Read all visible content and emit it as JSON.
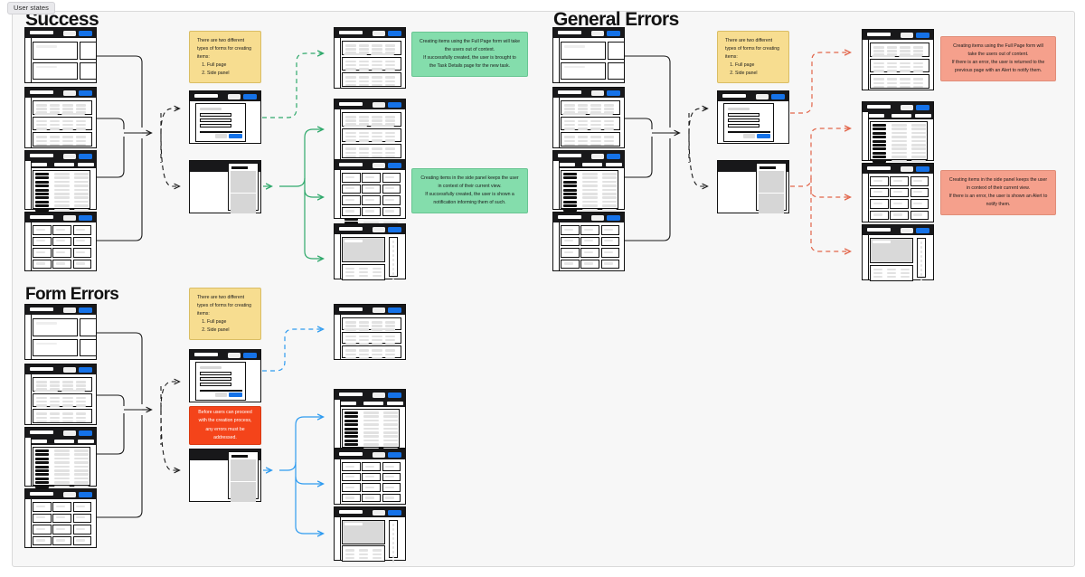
{
  "board": {
    "tag_label": "User states",
    "background": "#f7f7f7",
    "accent_blue": "#1572e8"
  },
  "sections": [
    {
      "id": "success",
      "title": "Success"
    },
    {
      "id": "general",
      "title": "General Errors"
    },
    {
      "id": "form-errors",
      "title": "Form Errors"
    }
  ],
  "notes": {
    "forms_types_1": {
      "color": "#f7dd90",
      "intro": "There are two different types of forms for creating items:",
      "items": [
        "Full page",
        "Side panel"
      ]
    },
    "forms_types_2": {
      "color": "#f7dd90",
      "intro": "There are two different types of forms for creating items:",
      "items": [
        "Full page",
        "Side panel"
      ]
    },
    "forms_types_3": {
      "color": "#f7dd90",
      "intro": "There are two different types of forms for creating items:",
      "items": [
        "Full page",
        "Side panel"
      ]
    },
    "success_full_page": {
      "color": "#84ddac",
      "line1": "Creating items using the Full Page form will take the users out of context.",
      "line2": "If successfully created, the user is brought to the Task Details page for the new task."
    },
    "success_side_panel": {
      "color": "#84ddac",
      "line1": "Creating items in the side panel keeps the user in context of their current view.",
      "line2": "If successfully created, the user is shown a notification informing them of such."
    },
    "error_full_page": {
      "color": "#f5a08c",
      "line1": "Creating items using the Full Page form will take the users out of content.",
      "line2": "If there is an error, the user is returned to the previous page with an Alert to notify them."
    },
    "error_side_panel": {
      "color": "#f5a08c",
      "line1": "Creating items in the side panel keeps the user in context of their current view.",
      "line2": "If there is an error, the user is shown an Alert to notify them."
    },
    "form_errors_blocker": {
      "color": "#f4441a",
      "line1": "Before users can proceed with the creation process, any errors must be addressed."
    }
  },
  "flow_colors": {
    "neutral": "#1a1a1a",
    "success": "#2fa96b",
    "general_error": "#e2654a",
    "form_error": "#2e9bf0"
  },
  "screens": {
    "dashboard": "dashboard-cards-screen",
    "list_groups": "grouped-list-screen",
    "table_sidebar": "table-with-sidebar-screen",
    "card_grid": "card-grid-screen",
    "full_page_form": "full-page-form-screen",
    "side_panel_form": "side-panel-form-screen",
    "task_details": "task-details-screen"
  }
}
